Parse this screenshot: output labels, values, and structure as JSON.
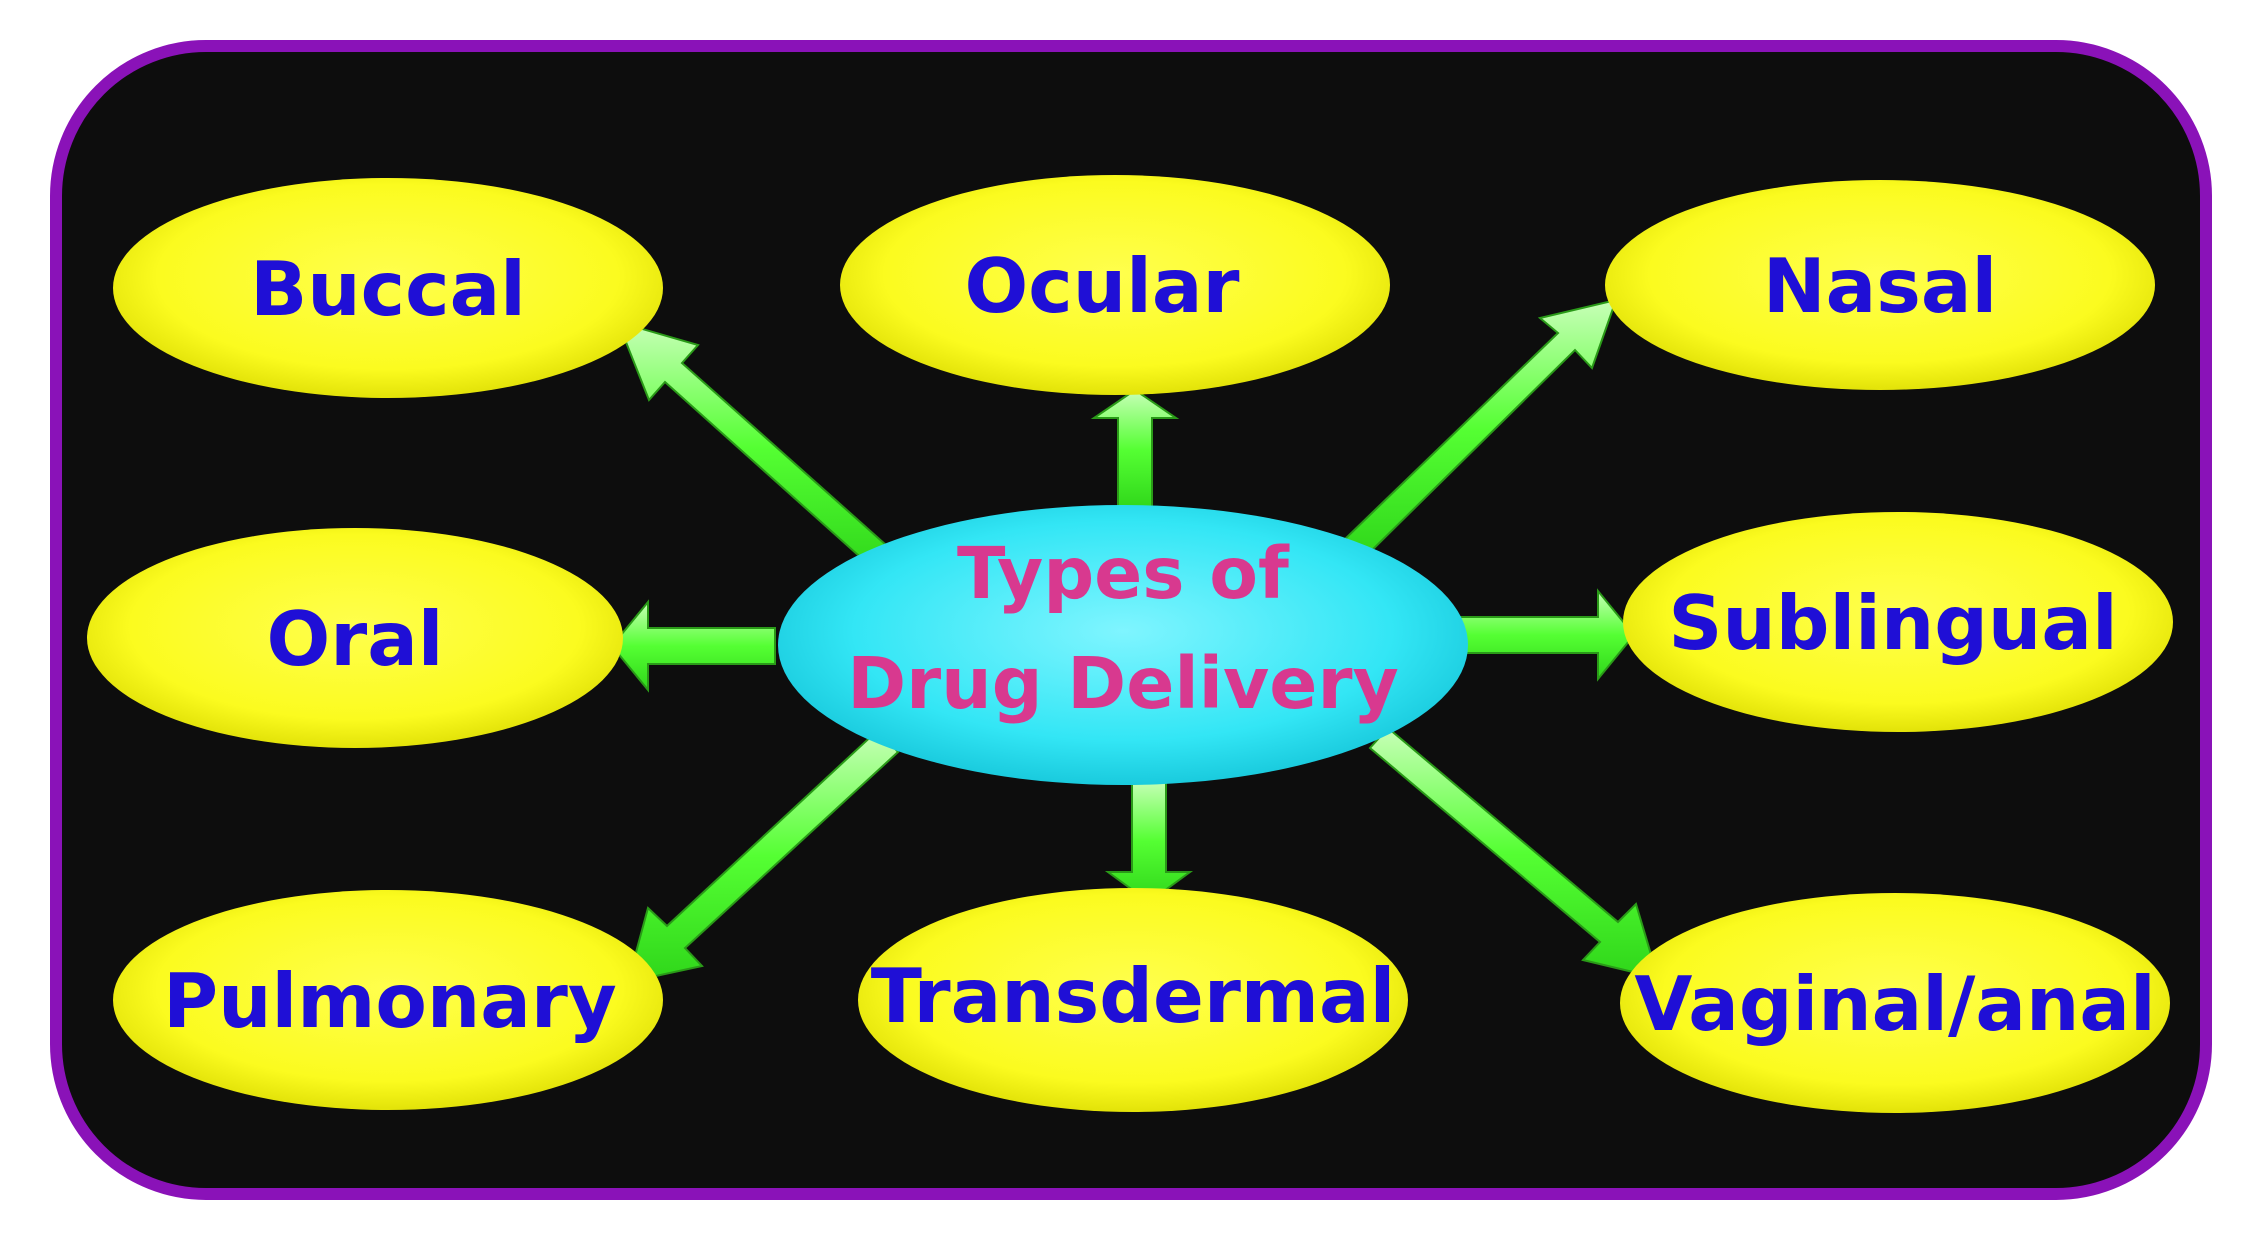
{
  "center": {
    "line1": "Types of",
    "line2": "Drug Delivery"
  },
  "nodes": {
    "buccal": "Buccal",
    "ocular": "Ocular",
    "nasal": "Nasal",
    "oral": "Oral",
    "sublingual": "Sublingual",
    "pulmonary": "Pulmonary",
    "transdermal": "Transdermal",
    "vaginal_anal": "Vaginal/anal"
  },
  "colors": {
    "panel_background": "#0d0d0d",
    "panel_border": "#8a12b8",
    "node_fill": "#ffff33",
    "node_text": "#1f0fd6",
    "center_fill": "#33e6f5",
    "center_text": "#d8398f",
    "arrow": "#55ff33"
  }
}
